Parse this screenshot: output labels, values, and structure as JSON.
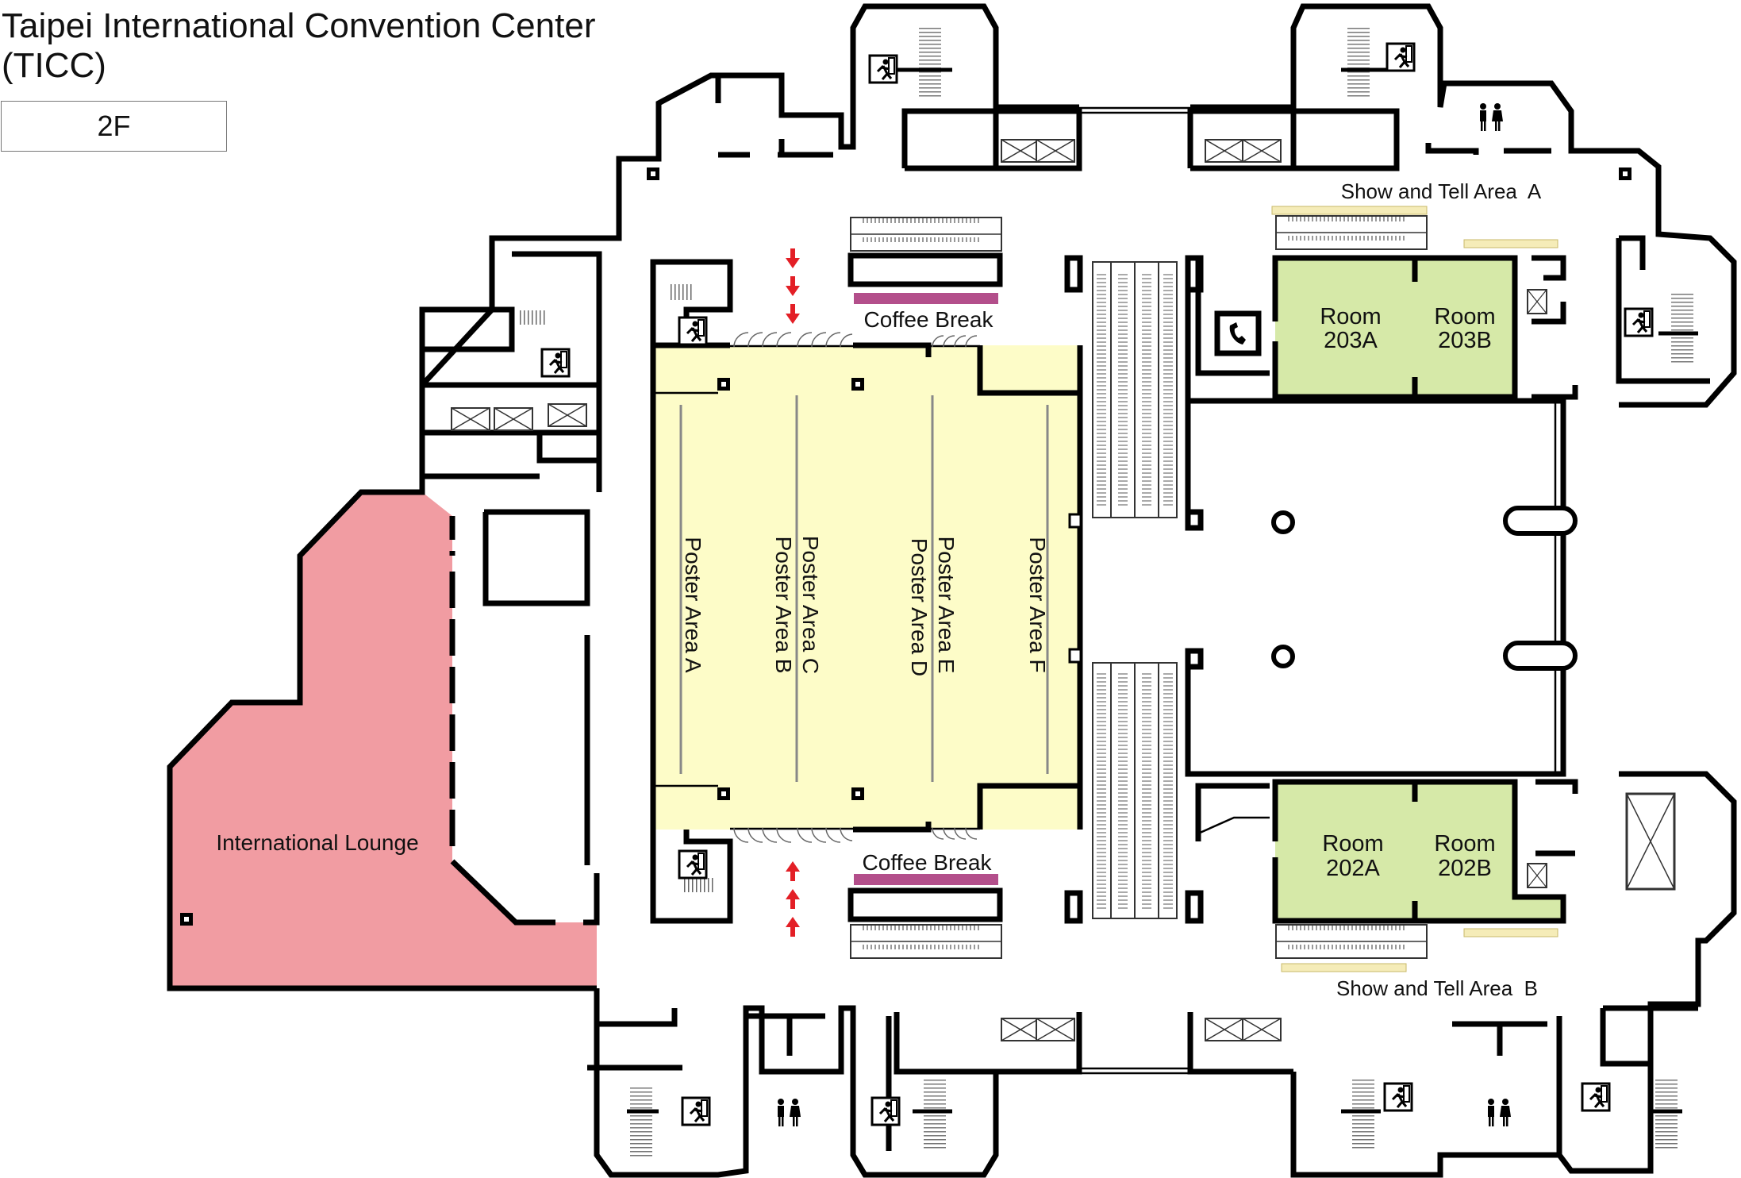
{
  "header": {
    "title_line1": "Taipei International Convention Center",
    "title_line2": "(TICC)",
    "floor": "2F"
  },
  "rooms": {
    "poster_a": "Poster Area A",
    "poster_b": "Poster Area B",
    "poster_c": "Poster Area C",
    "poster_d": "Poster Area D",
    "poster_e": "Poster Area E",
    "poster_f": "Poster Area F",
    "coffee_top": "Coffee Break",
    "coffee_bottom": "Coffee Break",
    "lounge": "International Lounge",
    "show_tell_a": "Show and Tell Area  A",
    "show_tell_b": "Show and Tell Area  B",
    "r203a_1": "Room",
    "r203a_2": "203A",
    "r203b_1": "Room",
    "r203b_2": "203B",
    "r202a_1": "Room",
    "r202a_2": "202A",
    "r202b_1": "Room",
    "r202b_2": "202B"
  },
  "colors": {
    "poster_area": "#fdfcc8",
    "lounge": "#f19ca2",
    "meeting_room": "#d6e9a8",
    "coffee_bar": "#b34f8b",
    "show_tell_bar": "#f5ecb8",
    "arrow": "#e31f26"
  },
  "icons": [
    "emergency-exit-icon",
    "restroom-icon",
    "telephone-icon",
    "elevator-icon",
    "escalator-icon",
    "column-icon"
  ]
}
